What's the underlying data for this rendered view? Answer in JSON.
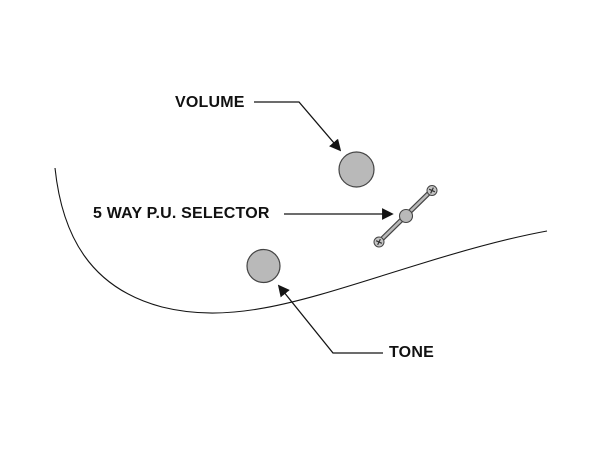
{
  "diagram": {
    "labels": {
      "volume": "VOLUME",
      "selector": "5 WAY P.U. SELECTOR",
      "tone": "TONE"
    },
    "colors": {
      "background": "#ffffff",
      "line": "#141414",
      "knob_fill": "#b9b9b9",
      "knob_stroke": "#444444",
      "screw_fill": "#c4c4c4"
    }
  }
}
